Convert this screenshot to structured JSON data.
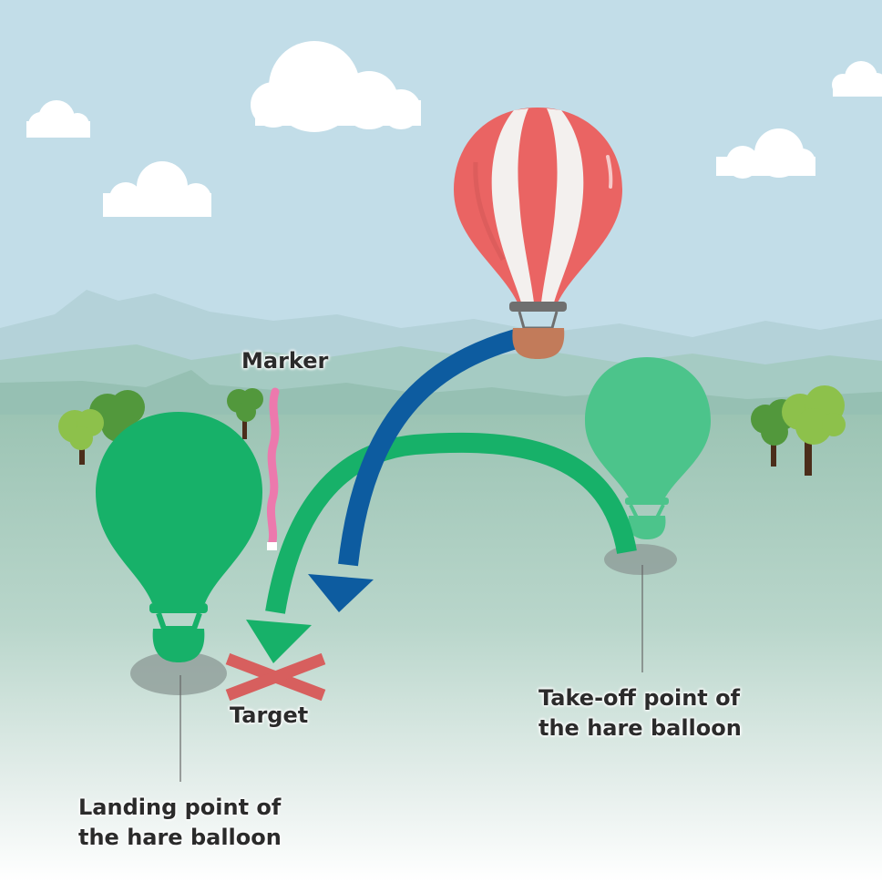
{
  "labels": {
    "marker": "Marker",
    "target": "Target",
    "takeoff": [
      "Take-off point of",
      "the hare balloon"
    ],
    "landing": [
      "Landing point of",
      "the hare balloon"
    ]
  },
  "colors": {
    "sky": "#c2dde8",
    "ground": "#9cc4b4",
    "hare_balloon": "#17b169",
    "hare_balloon_faded": "#4cc48b",
    "hound_balloon_red": "#ea6463",
    "hound_path_arrow": "#0d5ca0",
    "hare_path_arrow": "#17b169",
    "target_cross": "#d75f5e",
    "marker_ribbon": "#ec79ad",
    "shadow": "#8f9c98"
  },
  "icons": [
    "cloud-icon",
    "tree-icon",
    "hot-air-balloon-icon",
    "hare-balloon-icon",
    "marker-ribbon-icon",
    "target-cross-icon",
    "curved-arrow-icon"
  ]
}
